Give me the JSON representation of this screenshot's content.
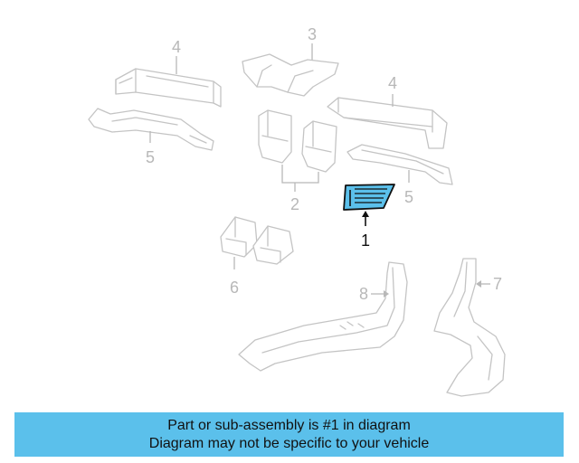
{
  "diagram": {
    "callouts": {
      "c1": "1",
      "c2": "2",
      "c3": "3",
      "c4a": "4",
      "c4b": "4",
      "c5a": "5",
      "c5b": "5",
      "c6": "6",
      "c7": "7",
      "c8": "8"
    },
    "highlight_color": "#5bc0eb"
  },
  "banner": {
    "line1": "Part or sub-assembly is #1 in diagram",
    "line2": "Diagram may not be specific to your vehicle",
    "background": "#5bc0eb"
  }
}
